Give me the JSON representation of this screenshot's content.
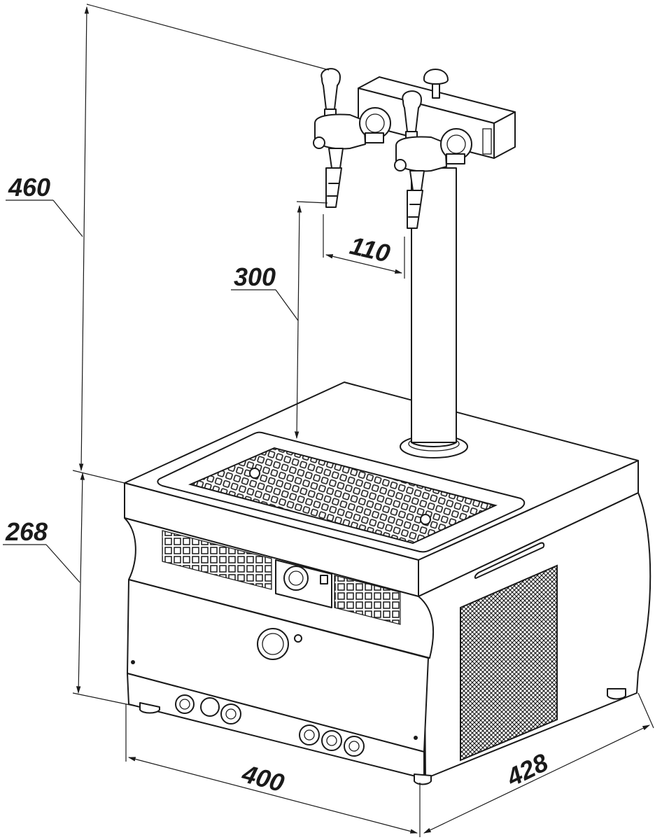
{
  "dimensions": {
    "total_height": "460",
    "tower_height": "300",
    "tap_spacing": "110",
    "body_height": "268",
    "width": "400",
    "depth": "428"
  }
}
